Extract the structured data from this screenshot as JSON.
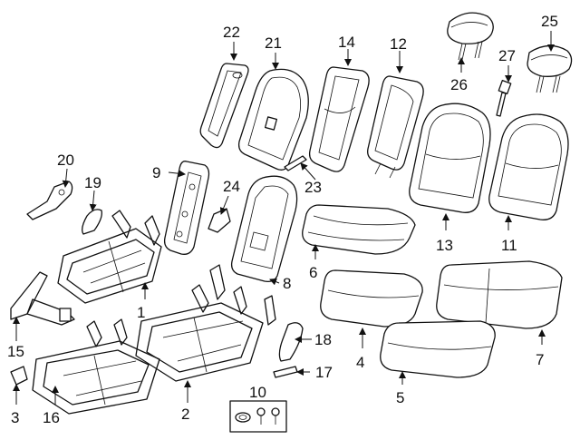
{
  "diagram": {
    "callouts": [
      {
        "id": "c1",
        "label": "1"
      },
      {
        "id": "c2",
        "label": "2"
      },
      {
        "id": "c3",
        "label": "3"
      },
      {
        "id": "c4",
        "label": "4"
      },
      {
        "id": "c5",
        "label": "5"
      },
      {
        "id": "c6",
        "label": "6"
      },
      {
        "id": "c7",
        "label": "7"
      },
      {
        "id": "c8",
        "label": "8"
      },
      {
        "id": "c9",
        "label": "9"
      },
      {
        "id": "c10",
        "label": "10"
      },
      {
        "id": "c11",
        "label": "11"
      },
      {
        "id": "c12",
        "label": "12"
      },
      {
        "id": "c13",
        "label": "13"
      },
      {
        "id": "c14",
        "label": "14"
      },
      {
        "id": "c15",
        "label": "15"
      },
      {
        "id": "c16",
        "label": "16"
      },
      {
        "id": "c17",
        "label": "17"
      },
      {
        "id": "c18",
        "label": "18"
      },
      {
        "id": "c19",
        "label": "19"
      },
      {
        "id": "c20",
        "label": "20"
      },
      {
        "id": "c21",
        "label": "21"
      },
      {
        "id": "c22",
        "label": "22"
      },
      {
        "id": "c23",
        "label": "23"
      },
      {
        "id": "c24",
        "label": "24"
      },
      {
        "id": "c25",
        "label": "25"
      },
      {
        "id": "c26",
        "label": "26"
      },
      {
        "id": "c27",
        "label": "27"
      }
    ]
  }
}
